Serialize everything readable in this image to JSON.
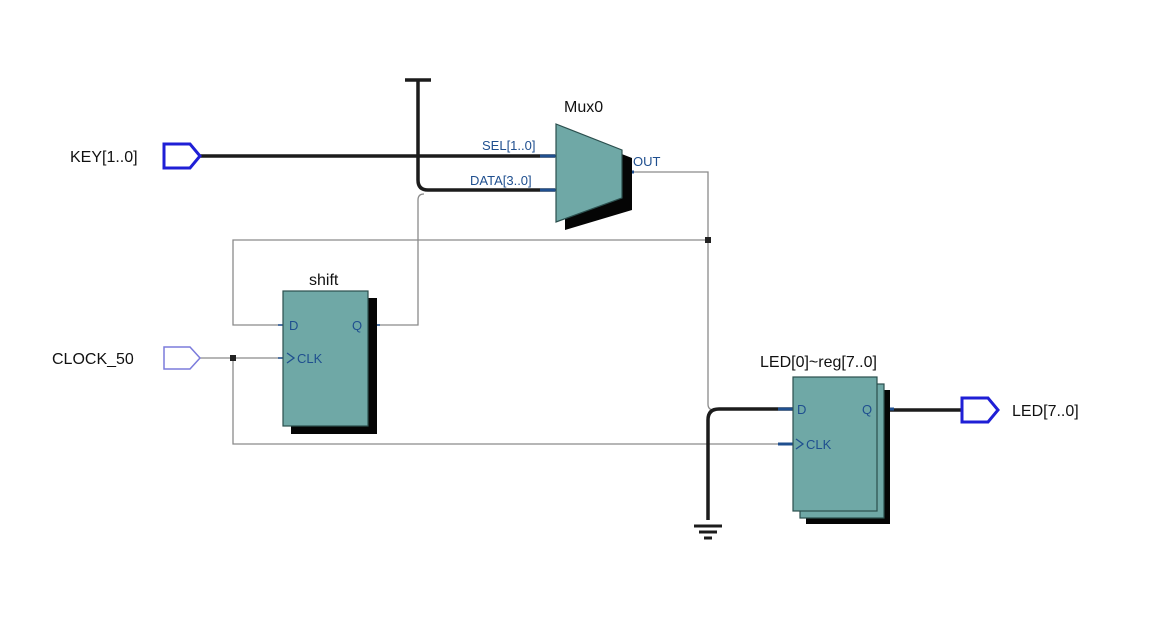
{
  "ports": {
    "key": "KEY[1..0]",
    "clock": "CLOCK_50",
    "led_out": "LED[7..0]"
  },
  "blocks": {
    "mux": {
      "name": "Mux0",
      "sel": "SEL[1..0]",
      "data": "DATA[3..0]",
      "out": "OUT"
    },
    "shift": {
      "name": "shift",
      "d": "D",
      "q": "Q",
      "clk": "CLK"
    },
    "led_reg": {
      "name": "LED[0]~reg[7..0]",
      "d": "D",
      "q": "Q",
      "clk": "CLK"
    }
  },
  "colors": {
    "block_fill": "#6fa8a6",
    "port_bus": "#1f1fd6",
    "port_single": "#7b7bdc",
    "pin_text": "#1f4f8f"
  },
  "icons": [
    "vcc-icon",
    "ground-icon",
    "clock-edge-icon"
  ]
}
